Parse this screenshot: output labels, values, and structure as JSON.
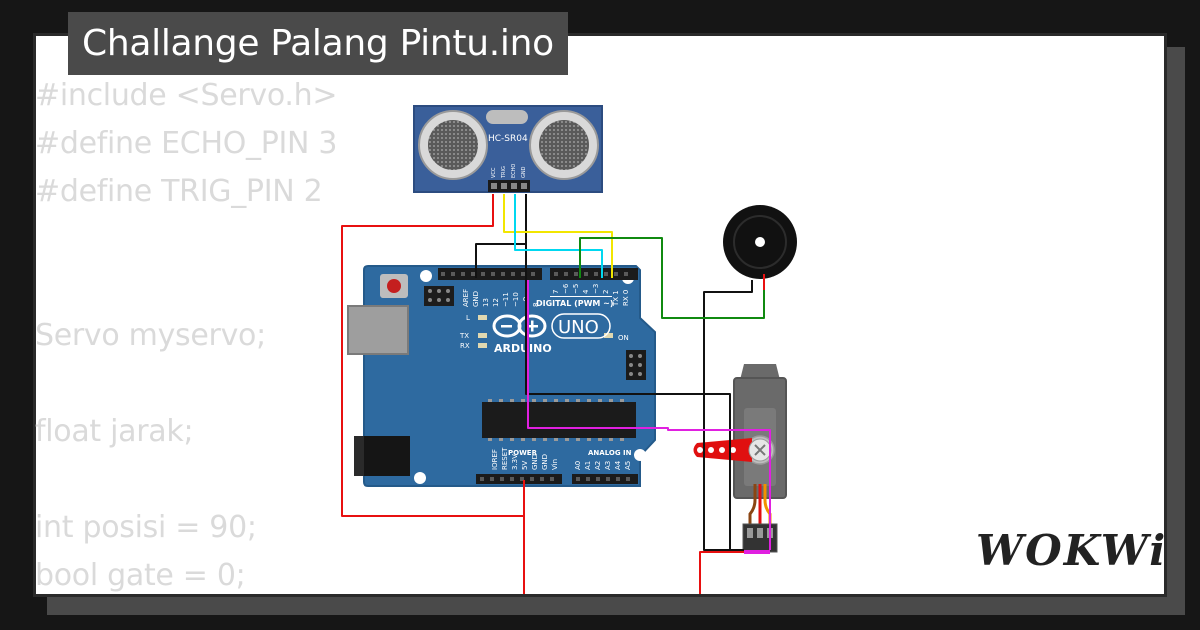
{
  "title": "Challange Palang Pintu.ino",
  "code_lines": [
    "#include <Servo.h>",
    "#define ECHO_PIN 3",
    "#define TRIG_PIN 2",
    "",
    "",
    "Servo myservo;",
    "",
    "float jarak;",
    "",
    "int posisi = 90;",
    "bool gate = 0;"
  ],
  "sensor": {
    "model": "HC-SR04",
    "pins": [
      "VCC",
      "TRIG",
      "ECHO",
      "GND"
    ]
  },
  "arduino": {
    "brand": "ARDUINO",
    "model": "UNO",
    "digital_label": "DIGITAL (PWM ~)",
    "top_pins": [
      "AREF",
      "GND",
      "13",
      "12",
      "~11",
      "~10",
      "~9",
      "8",
      "7",
      "~6",
      "~5",
      "4",
      "~3",
      "2",
      "TX 1",
      "RX 0"
    ],
    "led_labels": [
      "L",
      "TX",
      "RX"
    ],
    "on_label": "ON",
    "power_label": "POWER",
    "analog_label": "ANALOG IN",
    "power_pins": [
      "IOREF",
      "RESET",
      "3.3V",
      "5V",
      "GND",
      "GND",
      "Vin"
    ],
    "analog_pins": [
      "A0",
      "A1",
      "A2",
      "A3",
      "A4",
      "A5"
    ]
  },
  "wires": {
    "colors": {
      "red": "#e81010",
      "black": "#111111",
      "yellow": "#f2e600",
      "cyan": "#00d8f0",
      "green": "#108a10",
      "magenta": "#e020e0"
    }
  },
  "colors": {
    "board": "#2e6aa0",
    "title_bg": "#4a4a4a",
    "code_text": "#dadada"
  },
  "logo": "WOKWi"
}
